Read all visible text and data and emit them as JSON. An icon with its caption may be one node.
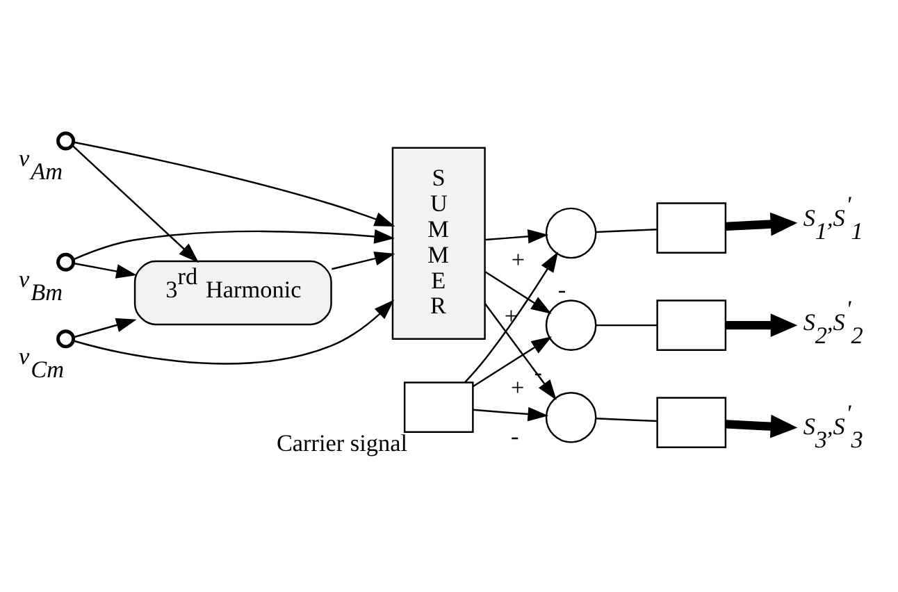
{
  "diagram": {
    "nodes": [
      {
        "text": [
          "v$_{Am}$"
        ]
      },
      {
        "text": [
          "v$_{Bm}$"
        ]
      },
      {
        "text": [
          "v$_{Cm}$"
        ]
      },
      {
        "text": [
          "S U M M E R"
        ]
      },
      {
        "text": [
          "3$^{rd}$ Harmonic"
        ]
      },
      {
        "text": [],
        "shape": "box",
        "beside": [
          "Carrier signal"
        ]
      },
      {
        "text": [],
        "shape": "circle"
      },
      {
        "text": [],
        "shape": "circle"
      },
      {
        "text": [],
        "shape": "circle"
      },
      {
        "text": [],
        "shape": "box"
      },
      {
        "text": [],
        "shape": "box"
      },
      {
        "text": [],
        "shape": "box"
      },
      {
        "text": [
          "S$_{1}$,S$^{'}$$_{1}$"
        ]
      },
      {
        "text": [
          "S$_{2}$,S$^{'}$$_{2}$"
        ]
      },
      {
        "text": [
          "S$_{3}$,S$^{'}$$_{3}$"
        ]
      }
    ],
    "edges": [
      {
        "from": 0,
        "to": 3,
        "arrow": "to"
      },
      {
        "from": 1,
        "to": 3,
        "arrow": "to"
      },
      {
        "from": 2,
        "to": 3,
        "arrow": "to"
      },
      {
        "from": 0,
        "to": 4,
        "arrow": "to"
      },
      {
        "from": 1,
        "to": 4,
        "arrow": "to"
      },
      {
        "from": 2,
        "to": 4,
        "arrow": "to"
      },
      {
        "from": 4,
        "to": 3,
        "arrow": "to"
      },
      {
        "from": 3,
        "to": 6,
        "arrow": "to",
        "label": "+"
      },
      {
        "from": 3,
        "to": 7,
        "arrow": "to",
        "label": "+"
      },
      {
        "from": 3,
        "to": 8,
        "arrow": "to",
        "label": "+"
      },
      {
        "from": 5,
        "to": 6,
        "arrow": "to",
        "label": "-"
      },
      {
        "from": 5,
        "to": 7,
        "arrow": "to",
        "label": "-"
      },
      {
        "from": 5,
        "to": 8,
        "arrow": "to",
        "label": "-"
      },
      {
        "from": 6,
        "to": 9,
        "arrow": "none"
      },
      {
        "from": 7,
        "to": 10,
        "arrow": "none"
      },
      {
        "from": 8,
        "to": 11,
        "arrow": "none"
      },
      {
        "from": 9,
        "to": 12,
        "arrow": "to",
        "style": "thick"
      },
      {
        "from": 10,
        "to": 13,
        "arrow": "to",
        "style": "thick"
      },
      {
        "from": 11,
        "to": 14,
        "arrow": "to",
        "style": "thick"
      }
    ]
  }
}
